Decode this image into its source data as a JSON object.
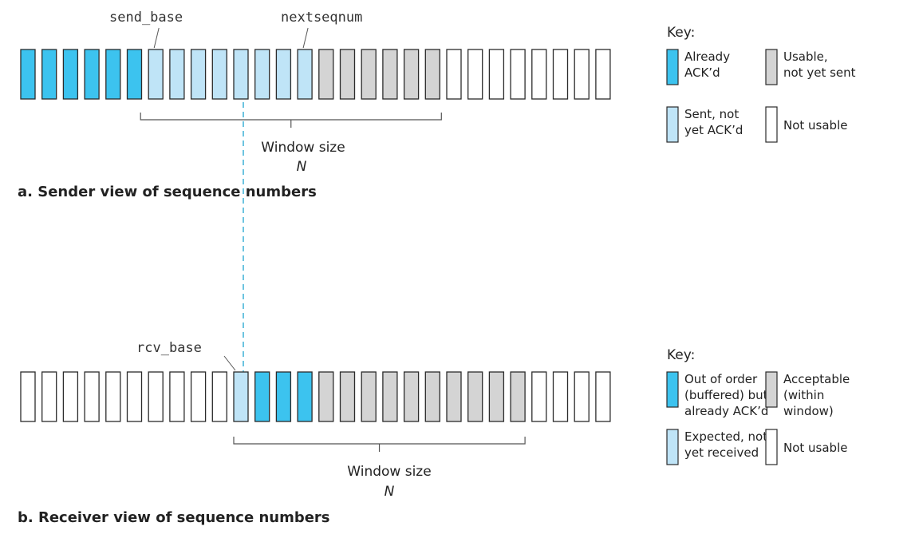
{
  "sender": {
    "pointer_left": "send_base",
    "pointer_right": "nextseqnum",
    "window_label": "Window size",
    "window_symbol": "N",
    "caption": "a. Sender view of sequence numbers",
    "slots": [
      "acked",
      "acked",
      "acked",
      "acked",
      "acked",
      "acked",
      "sent",
      "sent",
      "sent",
      "sent",
      "sent",
      "sent",
      "sent",
      "sent",
      "usable",
      "usable",
      "usable",
      "usable",
      "usable",
      "usable",
      "none",
      "none",
      "none",
      "none",
      "none",
      "none",
      "none",
      "none"
    ],
    "key": {
      "title": "Key:",
      "items": [
        {
          "state": "acked",
          "lines": [
            "Already",
            "ACK’d"
          ]
        },
        {
          "state": "usable",
          "lines": [
            "Usable,",
            "not yet sent"
          ]
        },
        {
          "state": "sent",
          "lines": [
            "Sent, not",
            "yet ACK’d"
          ]
        },
        {
          "state": "none",
          "lines": [
            "Not usable"
          ]
        }
      ]
    }
  },
  "receiver": {
    "pointer_left": "rcv_base",
    "window_label": "Window size",
    "window_symbol": "N",
    "caption": "b. Receiver view of sequence numbers",
    "slots": [
      "none",
      "none",
      "none",
      "none",
      "none",
      "none",
      "none",
      "none",
      "none",
      "none",
      "expected",
      "buffered",
      "buffered",
      "buffered",
      "acceptable",
      "acceptable",
      "acceptable",
      "acceptable",
      "acceptable",
      "acceptable",
      "acceptable",
      "acceptable",
      "acceptable",
      "acceptable",
      "none",
      "none",
      "none",
      "none"
    ],
    "key": {
      "title": "Key:",
      "items": [
        {
          "state": "buffered",
          "lines": [
            "Out of order",
            "(buffered) but",
            "already ACK’d"
          ]
        },
        {
          "state": "acceptable",
          "lines": [
            "Acceptable",
            "(within",
            "window)"
          ]
        },
        {
          "state": "expected",
          "lines": [
            "Expected, not",
            "yet received"
          ]
        },
        {
          "state": "none",
          "lines": [
            "Not usable"
          ]
        }
      ]
    }
  },
  "colors": {
    "acked": "#3cc3ef",
    "buffered": "#3cc3ef",
    "sent": "#bfe4f7",
    "expected": "#bfe4f7",
    "usable": "#d4d4d4",
    "acceptable": "#d4d4d4",
    "none": "#ffffff",
    "stroke": "#2b2b2b",
    "dashed_line": "#3cb0d6",
    "bracket": "#555555"
  }
}
